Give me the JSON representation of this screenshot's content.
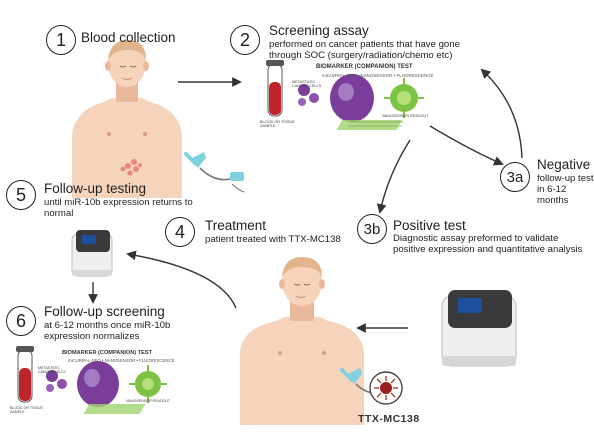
{
  "steps": {
    "s1": {
      "num": "1",
      "title": "Blood collection"
    },
    "s2": {
      "num": "2",
      "title": "Screening assay",
      "desc": "performed on cancer patients  that have gone through SOC (surgery/radiation/chemo etc)"
    },
    "s3a": {
      "num": "3a",
      "title": "Negative test",
      "desc": "follow-up test in 6-12 months"
    },
    "s3b": {
      "num": "3b",
      "title": "Positive test",
      "desc": "Diagnostic assay preformed to validate positive expression and quantitative analysis"
    },
    "s4": {
      "num": "4",
      "title": "Treatment",
      "desc": "patient treated with TTX-MC138"
    },
    "s5": {
      "num": "5",
      "title": "Follow-up testing",
      "desc": "until miR-10b expression returns to normal"
    },
    "s6": {
      "num": "6",
      "title": "Follow-up screening",
      "desc": "at 6-12 months once miR-10b expression normalizes"
    }
  },
  "assay_panel": {
    "heading": "BIOMARKER (COMPANION) TEST",
    "sub_labels": [
      "miCURRAL-SEQ",
      "NANOSENSOR",
      "FLUORESCENCE"
    ],
    "cell_label": "METASTATIC CANCER CELLS",
    "sample_label": "BLOOD OR TISSUE SAMPLE",
    "readout_label": "NANOSENSOR READOUT"
  },
  "drug_label": "TTX-MC138",
  "colors": {
    "skin": "#f6d4bc",
    "skin_shade": "#eab99c",
    "tumor": "#e57b7b",
    "syringe": "#7fd1e0",
    "cell_purple": "#7a3d9a",
    "virus_green": "#7cc243",
    "blood_red": "#c0242c",
    "device_body": "#efefef",
    "device_screen": "#1d4f9e",
    "arrow": "#333333"
  }
}
